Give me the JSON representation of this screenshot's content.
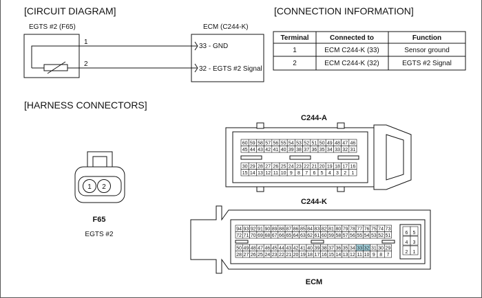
{
  "sections": {
    "circuit": "[CIRCUIT DIAGRAM]",
    "connection": "[CONNECTION INFORMATION]",
    "harness": "[HARNESS CONNECTORS]"
  },
  "circuit": {
    "sensor_label": "EGTS #2 (F65)",
    "ecm_label": "ECM (C244-K)",
    "wire1_num": "1",
    "wire2_num": "2",
    "pin33": "33 - GND",
    "pin32": "32 - EGTS #2 Signal"
  },
  "table": {
    "headers": [
      "Terminal",
      "Connected to",
      "Function"
    ],
    "rows": [
      [
        "1",
        "ECM C244-K (33)",
        "Sensor ground"
      ],
      [
        "2",
        "ECM C244-K (32)",
        "EGTS #2 Signal"
      ]
    ]
  },
  "connectors": {
    "c244a_title": "C244-A",
    "c244k_title": "C244-K",
    "f65_title": "F65",
    "f65_sub": "EGTS #2",
    "ecm_title": "ECM",
    "f65_pins": [
      "1",
      "2"
    ],
    "c244a_rows": [
      [
        "60",
        "59",
        "58",
        "57",
        "56",
        "55",
        "54",
        "53",
        "52",
        "51",
        "50",
        "49",
        "48",
        "47",
        "46"
      ],
      [
        "45",
        "44",
        "43",
        "42",
        "41",
        "40",
        "39",
        "38",
        "37",
        "36",
        "35",
        "34",
        "33",
        "32",
        "31"
      ],
      [
        "30",
        "29",
        "28",
        "27",
        "26",
        "25",
        "24",
        "23",
        "22",
        "21",
        "20",
        "19",
        "18",
        "17",
        "16"
      ],
      [
        "15",
        "14",
        "13",
        "12",
        "11",
        "10",
        "9",
        "8",
        "7",
        "6",
        "5",
        "4",
        "3",
        "2",
        "1"
      ]
    ],
    "c244k_rows": [
      [
        "94",
        "93",
        "92",
        "91",
        "90",
        "89",
        "88",
        "87",
        "86",
        "85",
        "84",
        "83",
        "82",
        "81",
        "80",
        "79",
        "78",
        "77",
        "76",
        "75",
        "74",
        "73"
      ],
      [
        "72",
        "71",
        "70",
        "69",
        "68",
        "67",
        "66",
        "65",
        "64",
        "63",
        "62",
        "61",
        "60",
        "59",
        "58",
        "57",
        "56",
        "55",
        "54",
        "53",
        "52",
        "51"
      ],
      [
        "50",
        "49",
        "48",
        "47",
        "46",
        "45",
        "44",
        "43",
        "42",
        "41",
        "40",
        "39",
        "38",
        "37",
        "36",
        "35",
        "34",
        "33",
        "32",
        "31",
        "30",
        "29"
      ],
      [
        "28",
        "27",
        "26",
        "25",
        "24",
        "23",
        "22",
        "21",
        "20",
        "19",
        "18",
        "17",
        "16",
        "15",
        "14",
        "13",
        "12",
        "11",
        "10",
        "9",
        "8",
        "7"
      ]
    ],
    "c244k_side": [
      [
        "6",
        "5"
      ],
      [
        "4",
        "3"
      ],
      [
        "2",
        "1"
      ]
    ],
    "highlight_pins": [
      "33",
      "32"
    ],
    "highlight_color": "#a9d7e3"
  }
}
